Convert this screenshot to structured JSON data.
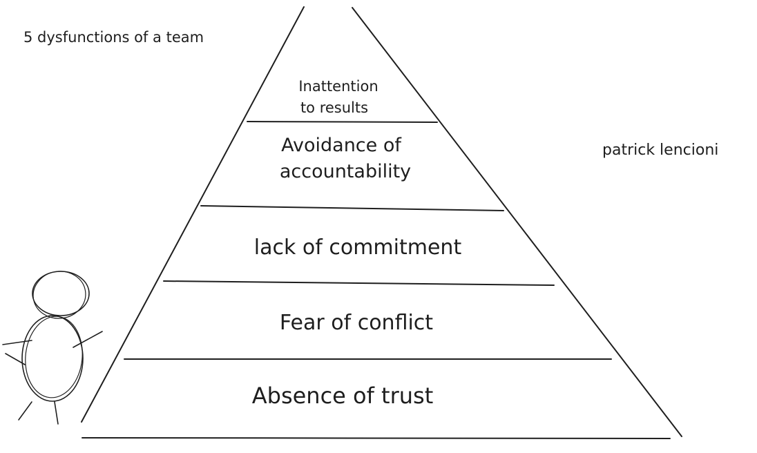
{
  "title": "5 dysfunctions of a team",
  "author": "patrick lencioni",
  "levels": [
    {
      "lines": [
        "Inattention",
        "to results"
      ]
    },
    {
      "lines": [
        "Avoidance of",
        "accountability"
      ]
    },
    {
      "lines": [
        "lack of commitment"
      ]
    },
    {
      "lines": [
        "Fear of conflict"
      ]
    },
    {
      "lines": [
        "Absence of trust"
      ]
    }
  ]
}
